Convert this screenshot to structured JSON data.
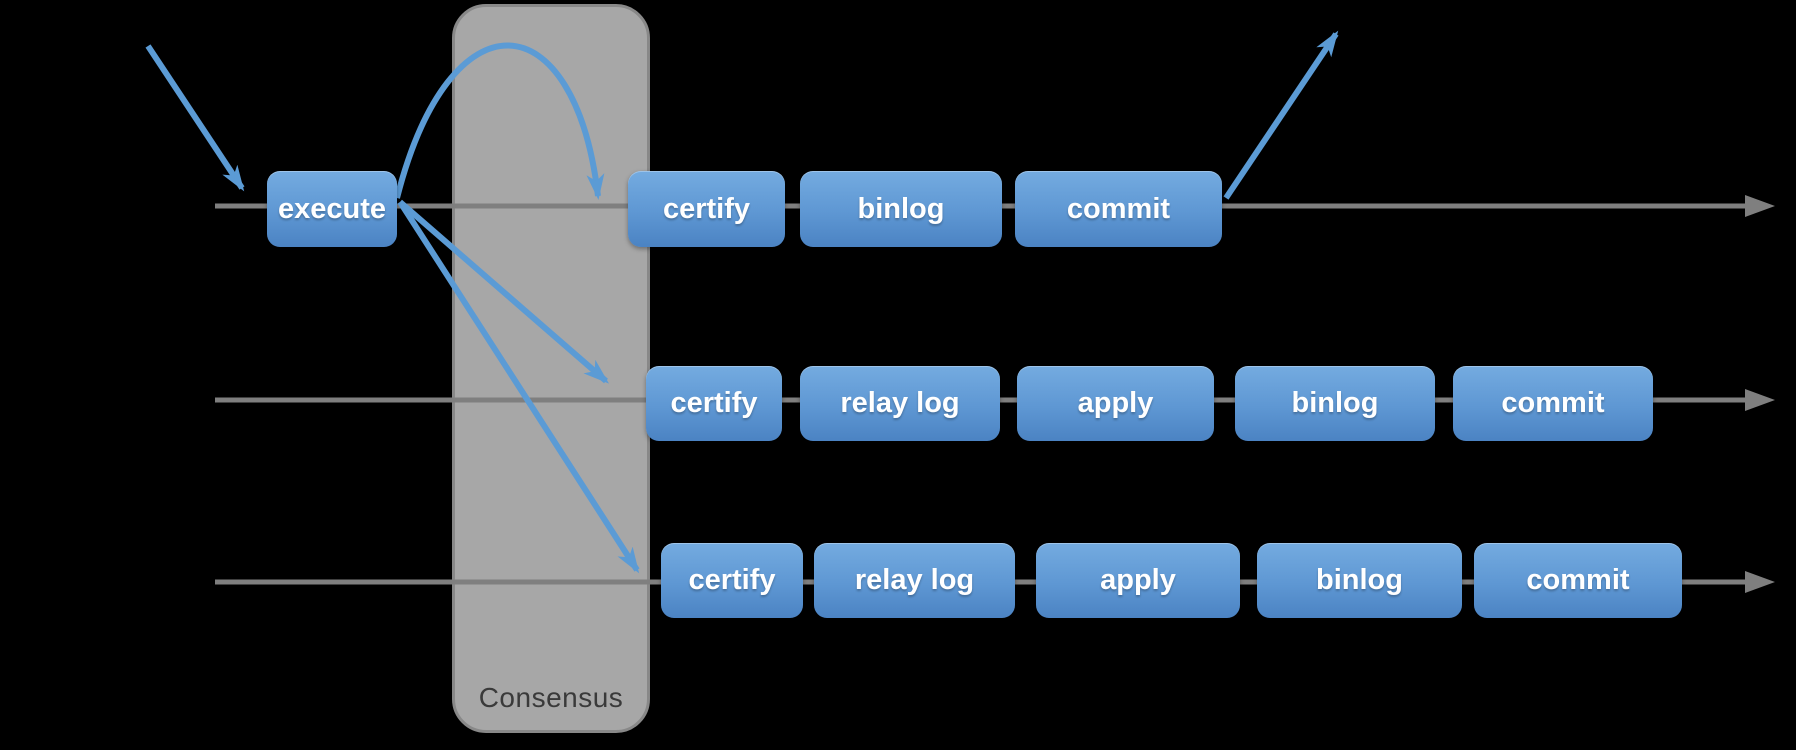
{
  "consensus": {
    "label": "Consensus"
  },
  "rows": [
    {
      "name": "primary-timeline",
      "boxes": [
        "execute",
        "certify",
        "binlog",
        "commit"
      ]
    },
    {
      "name": "secondary-timeline-1",
      "boxes": [
        "certify",
        "relay log",
        "apply",
        "binlog",
        "commit"
      ]
    },
    {
      "name": "secondary-timeline-2",
      "boxes": [
        "certify",
        "relay log",
        "apply",
        "binlog",
        "commit"
      ]
    }
  ],
  "colors": {
    "background": "#000000",
    "box_gradient_top": "#74abe0",
    "box_gradient_bottom": "#4b83c3",
    "box_text": "#ffffff",
    "arrow_blue": "#5b9bd5",
    "timeline_gray": "#7f7f7f",
    "panel_fill": "#a7a7a7",
    "panel_border": "#888888",
    "panel_text": "#3a3a3a"
  }
}
